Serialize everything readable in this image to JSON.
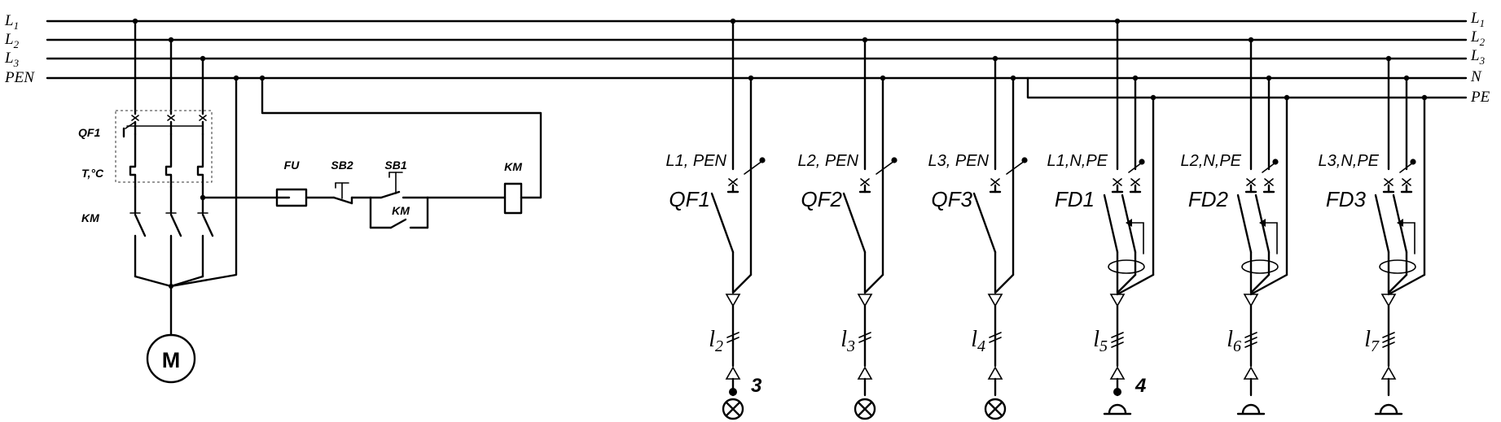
{
  "buses": {
    "left": [
      "L1",
      "L2",
      "L3",
      "PEN"
    ],
    "right": [
      "L1",
      "L2",
      "L3",
      "N",
      "PE"
    ]
  },
  "motor_circuit": {
    "breaker": "QF1",
    "thermal": "T,°C",
    "contactor": "KM",
    "motor": "M",
    "fuse": "FU",
    "stop_button": "SB2",
    "start_button": "SB1",
    "hold_contact": "KM",
    "coil": "KM"
  },
  "feeders": [
    {
      "phase": "L1, PEN",
      "device": "QF1",
      "line": "l2",
      "load": "lamp",
      "point": "3"
    },
    {
      "phase": "L2, PEN",
      "device": "QF2",
      "line": "l3",
      "load": "lamp",
      "point": ""
    },
    {
      "phase": "L3, PEN",
      "device": "QF3",
      "line": "l4",
      "load": "lamp",
      "point": ""
    },
    {
      "phase": "L1,N,PE",
      "device": "FD1",
      "line": "l5",
      "load": "socket",
      "point": "4"
    },
    {
      "phase": "L2,N,PE",
      "device": "FD2",
      "line": "l6",
      "load": "socket",
      "point": ""
    },
    {
      "phase": "L3,N,PE",
      "device": "FD3",
      "line": "l7",
      "load": "socket",
      "point": ""
    }
  ]
}
